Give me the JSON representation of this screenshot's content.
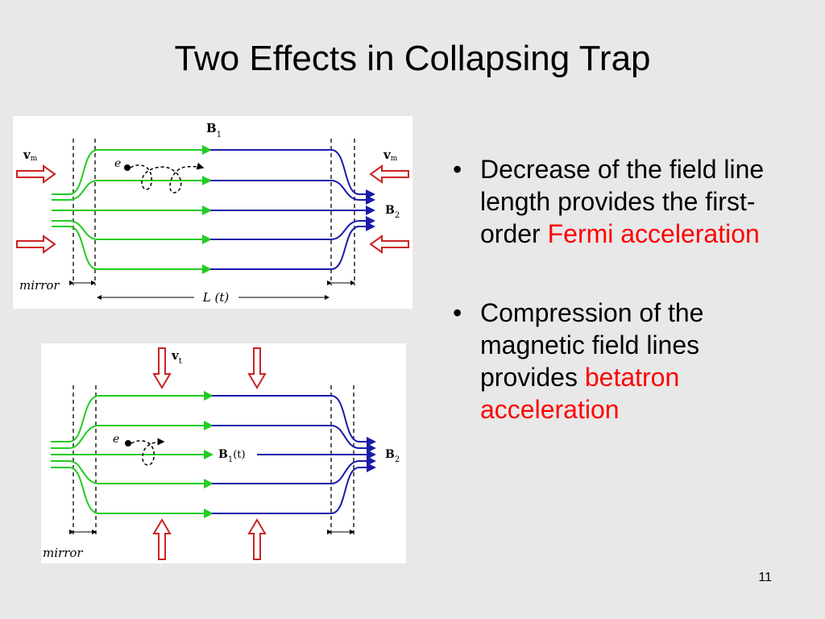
{
  "slide": {
    "title": "Two Effects in Collapsing Trap",
    "page_number": "11"
  },
  "bullets": {
    "marker": "•",
    "items": [
      {
        "text": "Decrease of the field line length provides the first-order ",
        "highlight": "Fermi acceleration"
      },
      {
        "text": "Compression of the magnetic field lines provides ",
        "highlight": "betatron acceleration"
      }
    ]
  },
  "colors": {
    "highlight": "#ff0000",
    "green_lines": "#22cc22",
    "blue_lines": "#1a1aaa",
    "arrows": "#cc2222"
  },
  "figure_top": {
    "label_B1": "B",
    "label_B1_sub": "1",
    "label_B2": "B",
    "label_B2_sub": "2",
    "label_vm_left": "v",
    "label_vm_left_sub": "m",
    "label_vm_right": "v",
    "label_vm_right_sub": "m",
    "label_e": "e",
    "label_mirror": "mirror",
    "label_length": "L (t)"
  },
  "figure_bottom": {
    "label_vt": "v",
    "label_vt_sub": "t",
    "label_B1": "B",
    "label_B1_sub": "1",
    "label_B1_suffix": "(t)",
    "label_B2": "B",
    "label_B2_sub": "2",
    "label_e": "e",
    "label_mirror": "mirror"
  }
}
